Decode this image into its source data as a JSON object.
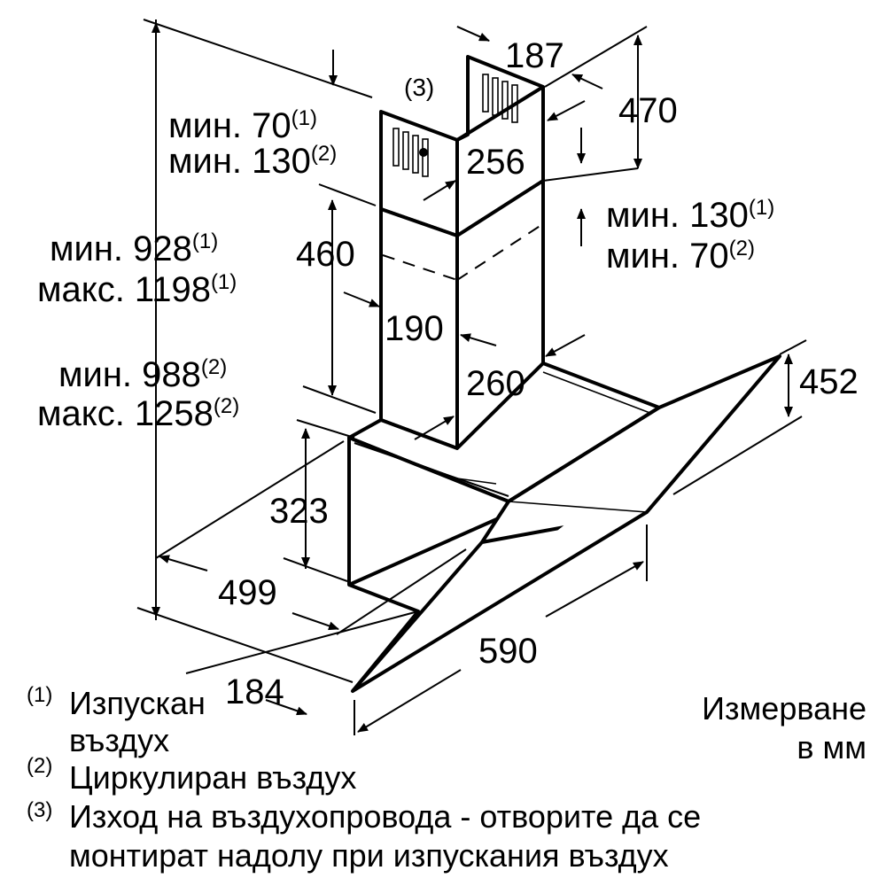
{
  "dimensions": {
    "d187": "187",
    "d470": "470",
    "d256": "256",
    "d460": "460",
    "d190": "190",
    "d260": "260",
    "d452": "452",
    "d323": "323",
    "d499": "499",
    "d590": "590",
    "d184": "184"
  },
  "clearances": {
    "top_min_exhaust": "мин. 70",
    "top_min_exhaust_note": "(1)",
    "top_min_recirc": "мин. 130",
    "top_min_recirc_note": "(2)",
    "mid_min_exhaust": "мин. 130",
    "mid_min_exhaust_note": "(1)",
    "mid_min_recirc": "мин. 70",
    "mid_min_recirc_note": "(2)"
  },
  "heights": {
    "exhaust_min": "мин. 928",
    "exhaust_min_note": "(1)",
    "exhaust_max": "макс. 1198",
    "exhaust_max_note": "(1)",
    "recirc_min": "мин. 988",
    "recirc_min_note": "(2)",
    "recirc_max": "макс. 1258",
    "recirc_max_note": "(2)"
  },
  "outlet_marker": "(3)",
  "units": {
    "line1": "Измерване",
    "line2": "в мм"
  },
  "legend": [
    {
      "mark": "(1)",
      "text_line1": "Изпускан",
      "text_line2": "въздух"
    },
    {
      "mark": "(2)",
      "text_line1": "Циркулиран въздух"
    },
    {
      "mark": "(3)",
      "text_line1": "Изход на въздухопровода - отворите да се",
      "text_line2": "монтират надолу при изпускания въздух"
    }
  ]
}
